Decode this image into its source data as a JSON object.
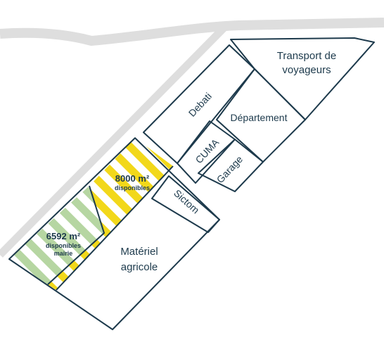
{
  "colors": {
    "outline": "#1d3a4c",
    "road": "#dedede",
    "yellow_hatch": "#f2d81a",
    "green_hatch": "#b6d6a2",
    "background": "#ffffff"
  },
  "parcels": {
    "transport": {
      "line1": "Transport de",
      "line2": "voyageurs"
    },
    "debati": {
      "label": "Debati"
    },
    "departement": {
      "label": "Département"
    },
    "cuma": {
      "label": "CUMA"
    },
    "garage": {
      "label": "Garage"
    },
    "sictom": {
      "label": "Sictom"
    },
    "materiel": {
      "line1": "Matériel",
      "line2": "agricole"
    },
    "available_8000": {
      "area": "8000 m²",
      "status": "disponibles"
    },
    "available_6592": {
      "area": "6592 m²",
      "line1": "disponibles",
      "line2": "mairie"
    }
  }
}
